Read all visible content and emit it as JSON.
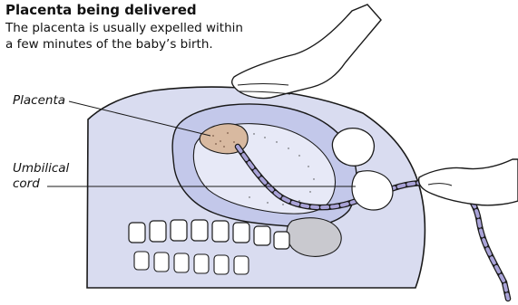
{
  "title": "Placenta being delivered",
  "caption_lines": [
    "The placenta is usually expelled within",
    "a few minutes of the baby’s birth."
  ],
  "labels": {
    "placenta": "Placenta",
    "umbilical_cord_lines": [
      "Umbilical",
      "cord"
    ]
  },
  "colors": {
    "tissue_fill": "#d9dcf0",
    "uterus_fill": "#c3c8ea",
    "placenta_fill": "#d8b9a0",
    "cord_fill": "#a9a3d8",
    "line": "#1a1a1a"
  }
}
